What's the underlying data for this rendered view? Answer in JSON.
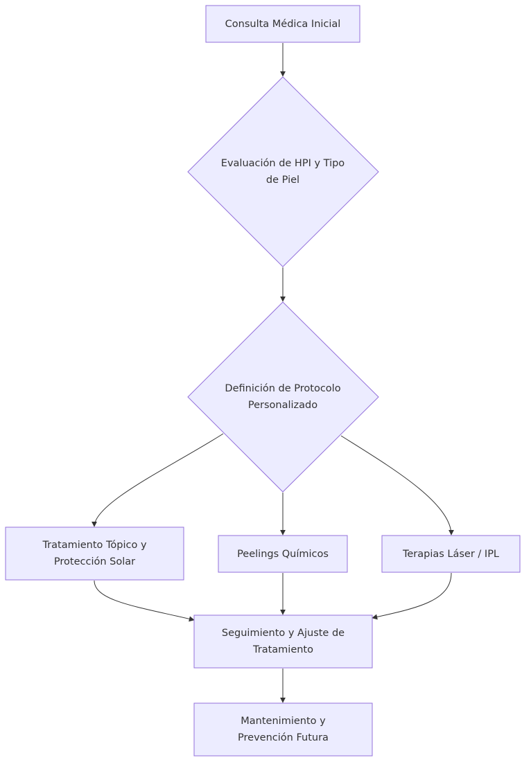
{
  "diagram": {
    "type": "flowchart",
    "colors": {
      "node_fill": "#ECECFF",
      "node_stroke": "#9370DB",
      "edge": "#333333",
      "text": "#333333"
    },
    "nodes": {
      "consulta": {
        "shape": "rectangle",
        "label": "Consulta Médica Inicial"
      },
      "evaluacion": {
        "shape": "diamond",
        "label": "Evaluación de HPI y Tipo de Piel"
      },
      "protocolo": {
        "shape": "diamond",
        "label": "Definición de Protocolo Personalizado"
      },
      "topico": {
        "shape": "rectangle",
        "label": "Tratamiento Tópico y Protección Solar"
      },
      "peelings": {
        "shape": "rectangle",
        "label": "Peelings Químicos"
      },
      "laser": {
        "shape": "rectangle",
        "label": "Terapias Láser / IPL"
      },
      "seguimiento": {
        "shape": "rectangle",
        "label": "Seguimiento y Ajuste de Tratamiento"
      },
      "mantenimiento": {
        "shape": "rectangle",
        "label": "Mantenimiento y Prevención Futura"
      }
    },
    "edges": [
      {
        "from": "consulta",
        "to": "evaluacion"
      },
      {
        "from": "evaluacion",
        "to": "protocolo"
      },
      {
        "from": "protocolo",
        "to": "topico"
      },
      {
        "from": "protocolo",
        "to": "peelings"
      },
      {
        "from": "protocolo",
        "to": "laser"
      },
      {
        "from": "topico",
        "to": "seguimiento"
      },
      {
        "from": "peelings",
        "to": "seguimiento"
      },
      {
        "from": "laser",
        "to": "seguimiento"
      },
      {
        "from": "seguimiento",
        "to": "mantenimiento"
      }
    ]
  }
}
